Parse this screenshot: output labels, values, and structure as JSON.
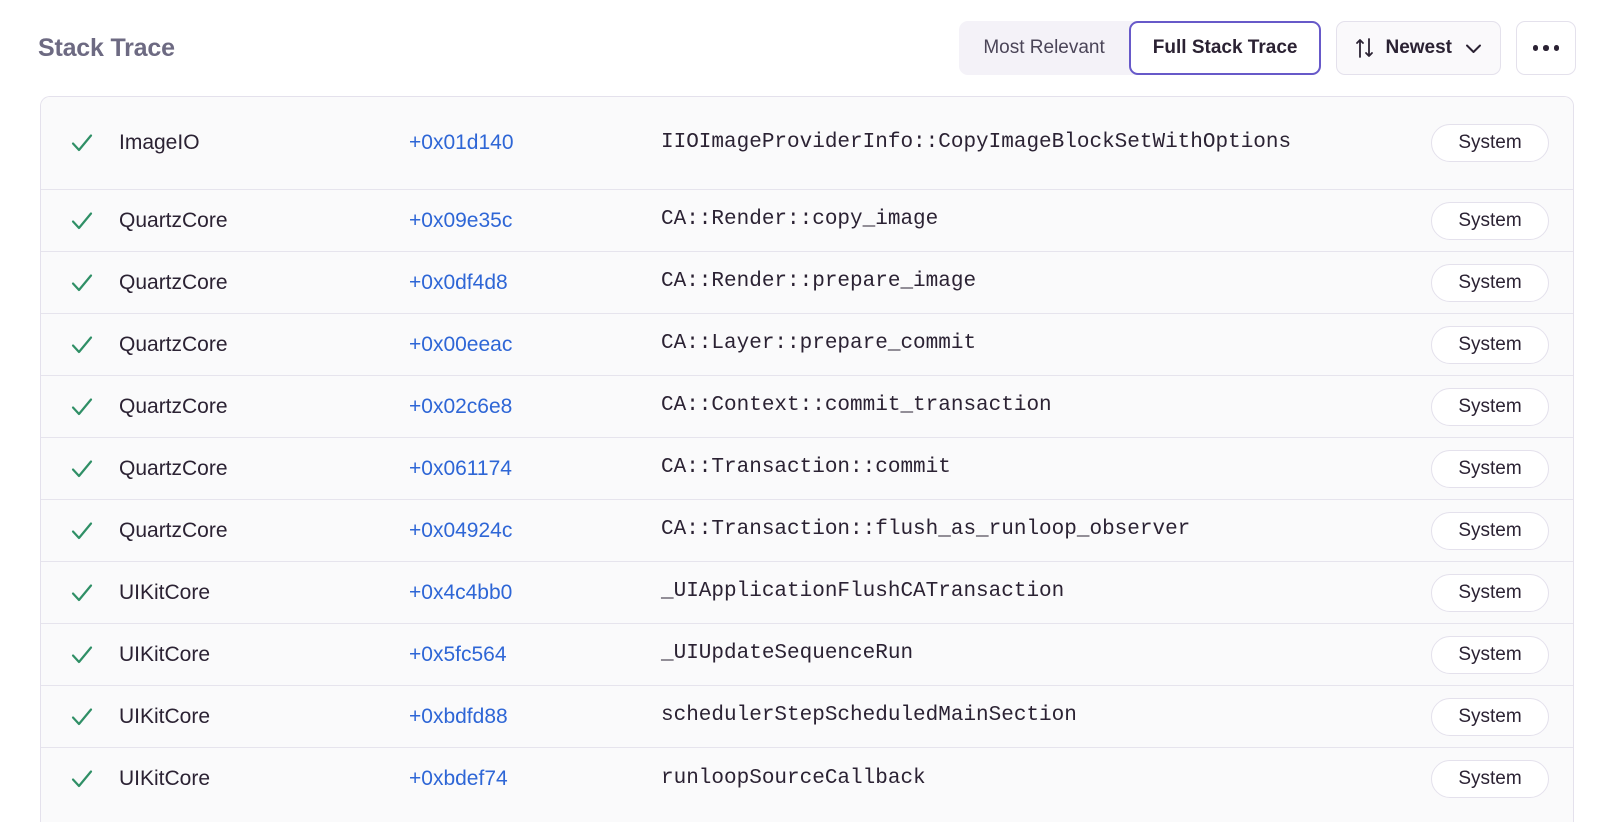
{
  "header": {
    "title": "Stack Trace",
    "segmented": {
      "options": [
        {
          "label": "Most Relevant",
          "selected": false
        },
        {
          "label": "Full Stack Trace",
          "selected": true
        }
      ]
    },
    "sort": {
      "label": "Newest",
      "icon": "sort-arrows-icon",
      "chevron": "chevron-down-icon"
    },
    "more": {
      "label": "...",
      "icon": "ellipsis-icon"
    }
  },
  "colors": {
    "accent_purple": "#6759c9",
    "link_blue": "#2e66d6",
    "check_green": "#2f8f66",
    "title_gray": "#6d6a82",
    "row_bg": "#fafafb",
    "border": "#e4e1ec"
  },
  "table": {
    "rows": [
      {
        "status": "check-icon",
        "module": "ImageIO",
        "address": "+0x01d140",
        "function": "IIOImageProviderInfo::CopyImageBlockSetWithOptions",
        "badge": "System",
        "tall": true
      },
      {
        "status": "check-icon",
        "module": "QuartzCore",
        "address": "+0x09e35c",
        "function": "CA::Render::copy_image",
        "badge": "System",
        "tall": false
      },
      {
        "status": "check-icon",
        "module": "QuartzCore",
        "address": "+0x0df4d8",
        "function": "CA::Render::prepare_image",
        "badge": "System",
        "tall": false
      },
      {
        "status": "check-icon",
        "module": "QuartzCore",
        "address": "+0x00eeac",
        "function": "CA::Layer::prepare_commit",
        "badge": "System",
        "tall": false
      },
      {
        "status": "check-icon",
        "module": "QuartzCore",
        "address": "+0x02c6e8",
        "function": "CA::Context::commit_transaction",
        "badge": "System",
        "tall": false
      },
      {
        "status": "check-icon",
        "module": "QuartzCore",
        "address": "+0x061174",
        "function": "CA::Transaction::commit",
        "badge": "System",
        "tall": false
      },
      {
        "status": "check-icon",
        "module": "QuartzCore",
        "address": "+0x04924c",
        "function": "CA::Transaction::flush_as_runloop_observer",
        "badge": "System",
        "tall": false
      },
      {
        "status": "check-icon",
        "module": "UIKitCore",
        "address": "+0x4c4bb0",
        "function": "_UIApplicationFlushCATransaction",
        "badge": "System",
        "tall": false
      },
      {
        "status": "check-icon",
        "module": "UIKitCore",
        "address": "+0x5fc564",
        "function": "_UIUpdateSequenceRun",
        "badge": "System",
        "tall": false
      },
      {
        "status": "check-icon",
        "module": "UIKitCore",
        "address": "+0xbdfd88",
        "function": "schedulerStepScheduledMainSection",
        "badge": "System",
        "tall": false
      },
      {
        "status": "check-icon",
        "module": "UIKitCore",
        "address": "+0xbdef74",
        "function": "runloopSourceCallback",
        "badge": "System",
        "tall": false
      }
    ]
  }
}
